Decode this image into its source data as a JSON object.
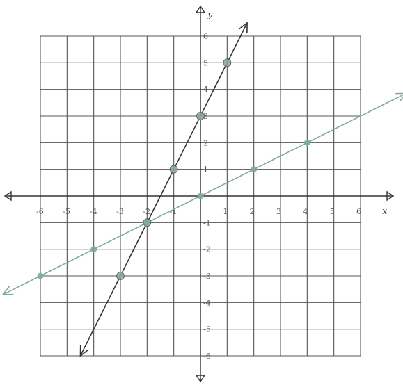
{
  "chart_data": {
    "type": "line",
    "xlabel": "x",
    "ylabel": "y",
    "xlim": [
      -6,
      6
    ],
    "ylim": [
      -6,
      6
    ],
    "grid": true,
    "x_ticks": [
      -6,
      -5,
      -4,
      -3,
      -2,
      -1,
      1,
      2,
      3,
      4,
      5,
      6
    ],
    "y_ticks": [
      -6,
      -5,
      -4,
      -3,
      -2,
      -1,
      1,
      2,
      3,
      4,
      5,
      6
    ],
    "x_tick_labels": [
      "-6",
      "-5",
      "-4",
      "-3",
      "-2",
      "-1",
      "1",
      "2",
      "3",
      "4",
      "5",
      "6"
    ],
    "y_tick_labels": [
      "-6",
      "-5",
      "-4",
      "-3",
      "-2",
      "-1",
      "1",
      "2",
      "3",
      "4",
      "5",
      "6"
    ],
    "series": [
      {
        "equation": "y = 2x + 3",
        "points": [
          [
            -3,
            -3
          ],
          [
            -2,
            -1
          ],
          [
            -1,
            1
          ],
          [
            0,
            3
          ],
          [
            1,
            5
          ]
        ],
        "color": "#333333"
      },
      {
        "equation": "y = 0.5x",
        "points": [
          [
            -6,
            -3
          ],
          [
            -4,
            -2
          ],
          [
            -2,
            -1
          ],
          [
            0,
            0
          ],
          [
            2,
            1
          ],
          [
            4,
            2
          ]
        ],
        "color": "#7fa8a0"
      }
    ]
  },
  "colors": {
    "grid": "#555555",
    "axis": "#333333",
    "steep_line": "#333333",
    "shallow_line": "#7fa8a0"
  }
}
